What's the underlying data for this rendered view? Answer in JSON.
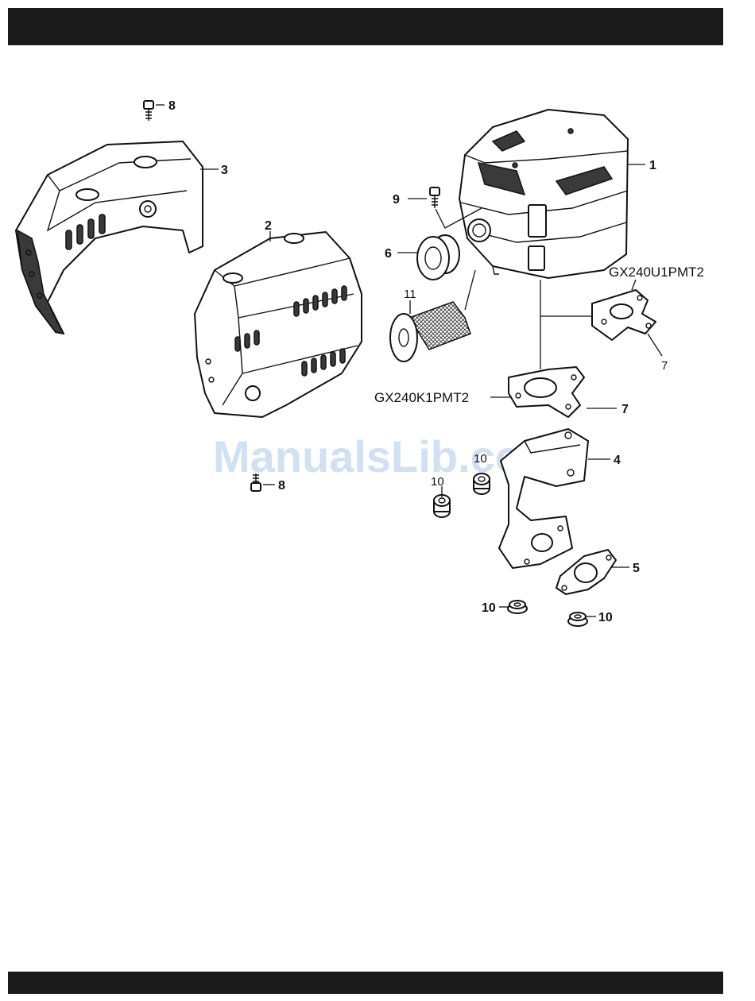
{
  "header_bar": "",
  "footer_bar": "",
  "watermark": "ManualsLib.com",
  "model_labels": {
    "upper": "GX240U1PMT2",
    "lower": "GX240K1PMT2"
  },
  "callouts": {
    "muffler": "1",
    "muffler_protector": "2",
    "muffler_cover": "3",
    "muffler_stay": "4",
    "gasket": "5",
    "grommet": "6",
    "gasket_upper_model": "7",
    "gasket_lower_model": "7",
    "bolt_top": "8",
    "bolt_bottom": "8",
    "screw": "9",
    "nut_a": "10",
    "nut_b": "10",
    "nut_c": "10",
    "nut_d": "10",
    "spark_arrester": "11"
  }
}
